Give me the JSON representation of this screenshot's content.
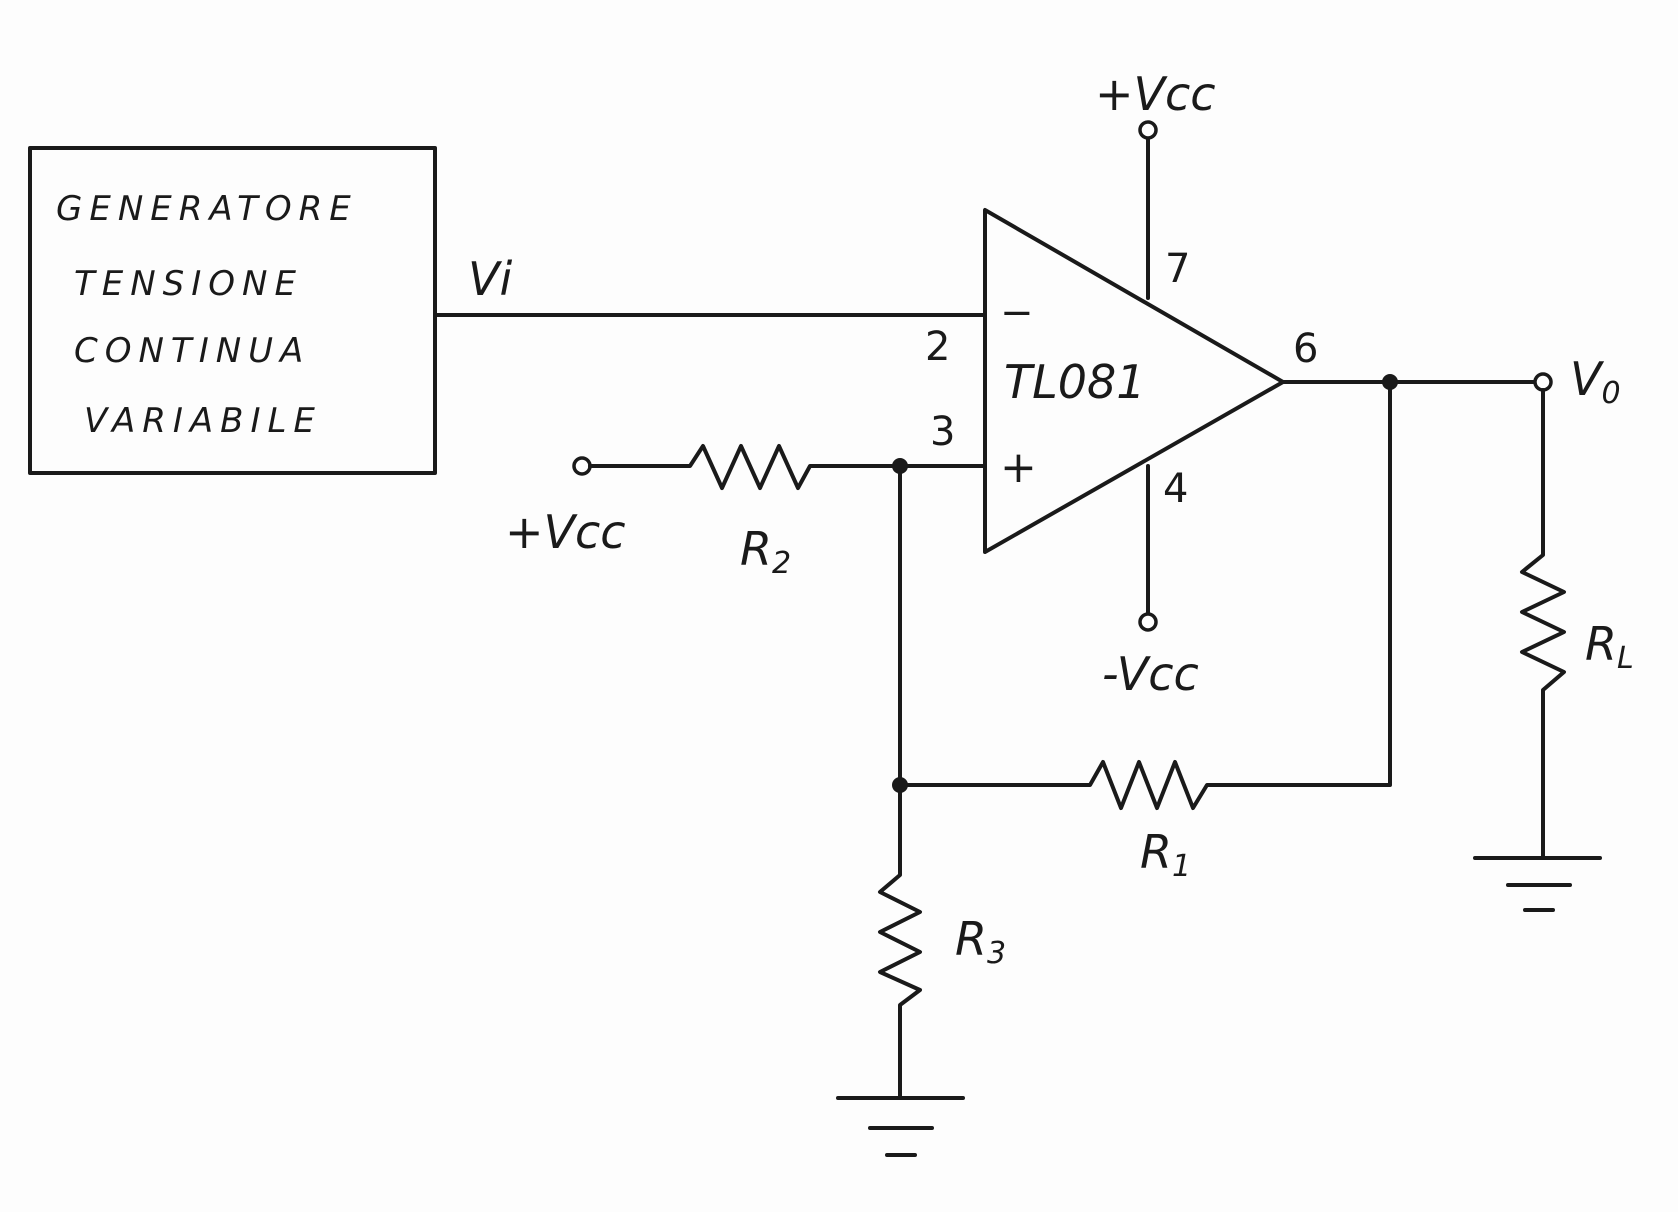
{
  "generator": {
    "lines": [
      "GENERATORE",
      "TENSIONE",
      "CONTINUA",
      "VARIABILE"
    ]
  },
  "opamp": {
    "name": "TL081",
    "minus": "−",
    "plus": "+"
  },
  "pins": {
    "inverting": "2",
    "noninverting": "3",
    "output": "6",
    "vplus": "7",
    "vminus": "4"
  },
  "signals": {
    "vi": "Vi",
    "vo": "V0",
    "vo_main": "V",
    "vo_sub": "0"
  },
  "supplies": {
    "top": "+Vcc",
    "bottom": "-Vcc",
    "r2_source": "+Vcc"
  },
  "resistors": {
    "r1": {
      "main": "R",
      "sub": "1"
    },
    "r2": {
      "main": "R",
      "sub": "2"
    },
    "r3": {
      "main": "R",
      "sub": "3"
    },
    "rl": {
      "main": "R",
      "sub": "L"
    }
  },
  "colors": {
    "ink": "#1a1a1a",
    "paper": "#fdfdfd"
  }
}
